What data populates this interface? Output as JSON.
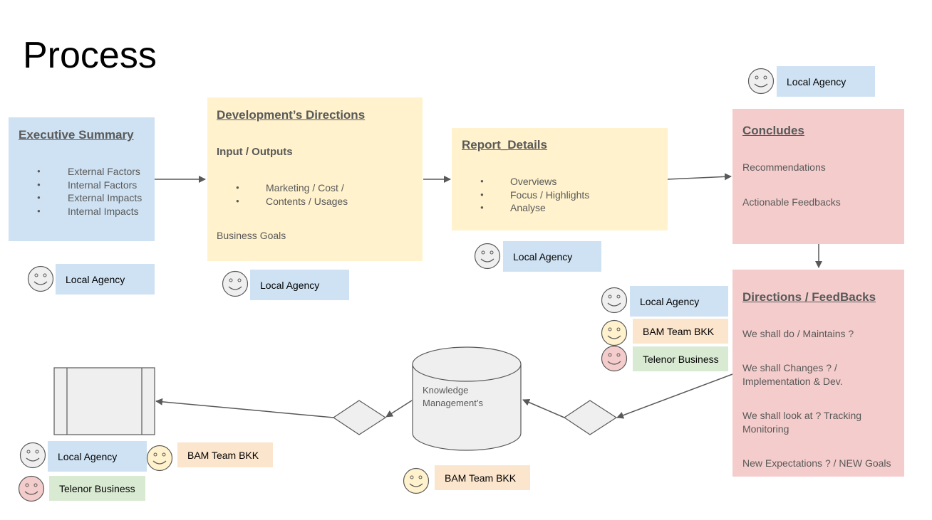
{
  "title": "Process",
  "colors": {
    "blue": "#cfe2f3",
    "yellow": "#fff2cc",
    "pink": "#f4cccc",
    "orange": "#fce5cd",
    "green": "#d9ead3",
    "face_gray": "#efefef",
    "face_yellow": "#fff2cc",
    "face_pink": "#f4cccc",
    "arrow": "#595959",
    "text": "#595959"
  },
  "executive_summary": {
    "heading": "Executive Summary",
    "items": [
      "External Factors",
      "Internal Factors",
      "External Impacts",
      "Internal Impacts"
    ]
  },
  "development": {
    "heading": "Development’s Directions",
    "subheading": "Input / Outputs",
    "items": [
      "Marketing / Cost /",
      "Contents / Usages"
    ],
    "footer": "Business Goals"
  },
  "report": {
    "heading": "Report_Details",
    "items": [
      "Overviews",
      "Focus / Highlights",
      "Analyse"
    ]
  },
  "concludes": {
    "heading": "Concludes",
    "lines": [
      "Recommendations",
      "Actionable Feedbacks"
    ]
  },
  "directions": {
    "heading": "Directions / FeedBacks",
    "lines": [
      "We shall do / Maintains  ?",
      "We shall Changes ? /",
      "Implementation & Dev.",
      "We shall look  at ? Tracking",
      "Monitoring",
      "New Expectations ? / NEW Goals"
    ]
  },
  "knowledge": {
    "label_line1": "Knowledge",
    "label_line2": "Management’s"
  },
  "roles": {
    "local_agency": "Local Agency",
    "bam_team": "BAM Team BKK",
    "telenor": "Telenor Business"
  }
}
